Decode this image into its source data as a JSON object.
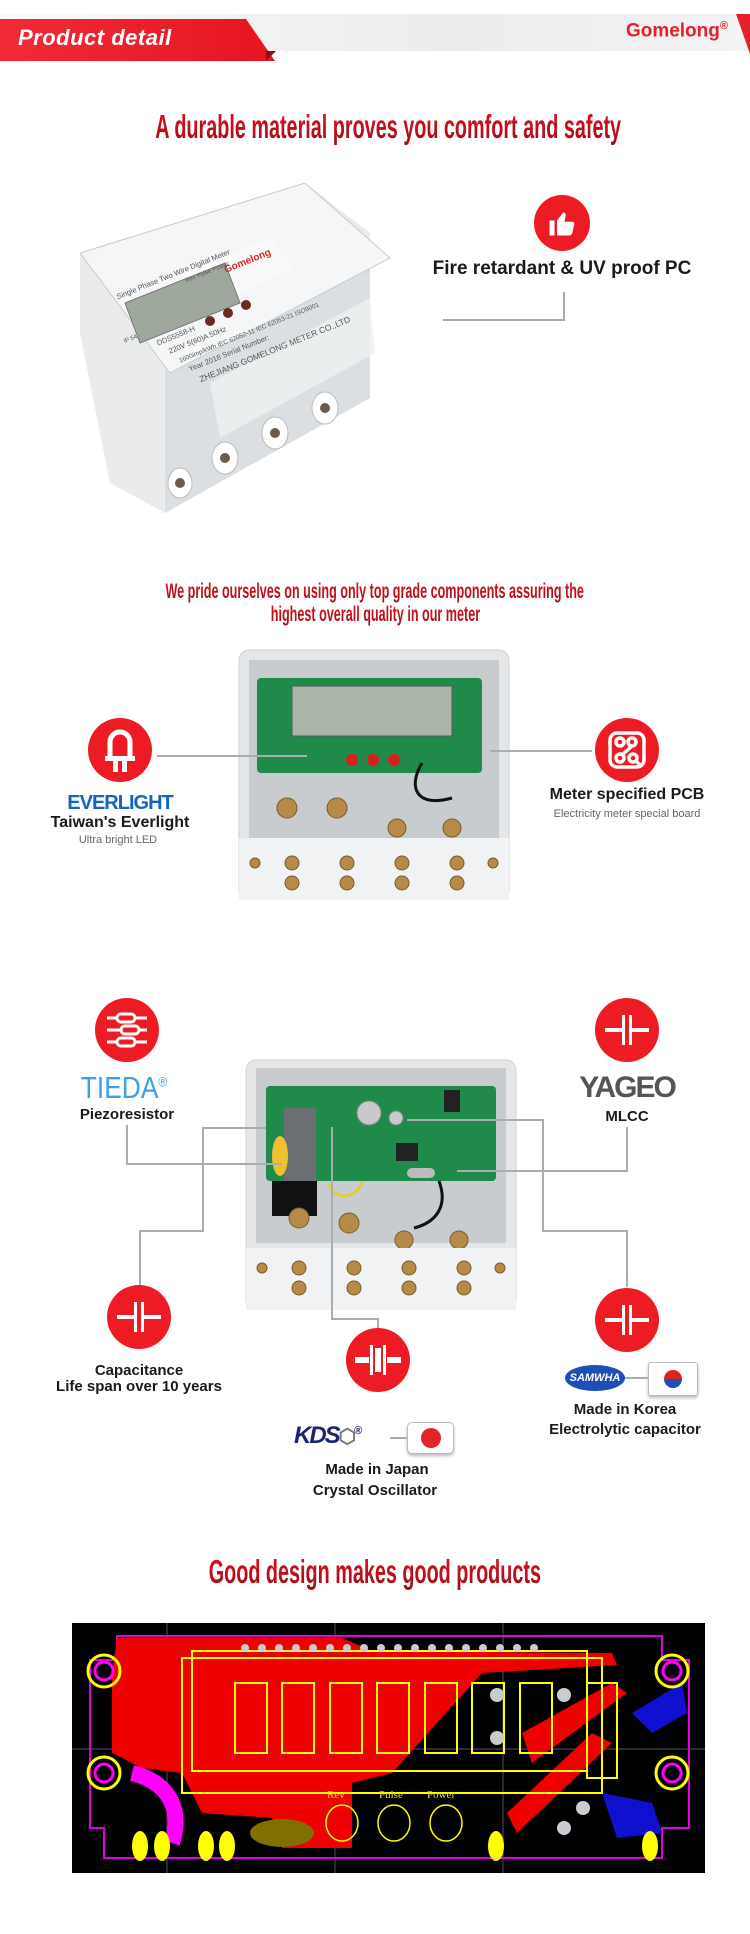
{
  "header": {
    "tab_label": "Product  detail",
    "brand": "Gomelong",
    "brand_mark": "®"
  },
  "section1": {
    "title": "A durable material proves you comfort and safety",
    "feature": {
      "icon": "thumbs-up-icon",
      "label": "Fire retardant & UV proof PC"
    },
    "meter_text": {
      "model_line": "Single Phase Two Wire Digital Meter",
      "brand": "Gomelong",
      "leds": "Rev  Pulse  Power",
      "model": "DDS5558-H",
      "rating": "220V 5(60)A 50Hz",
      "constant": "1600imp/kWh  IEC 62052-11  IEC 62053-21  ISO9001",
      "year": "Year 2018  Serial Number:",
      "maker": "ZHEJIANG GOMELONG METER CO.,LTD",
      "ip": "IP 54"
    }
  },
  "section2": {
    "title_line1": "We pride ourselves on using only top grade components assuring the",
    "title_line2": "highest overall quality in our meter",
    "left": {
      "icon": "led-icon",
      "logo": "EVERLIGHT",
      "label": "Taiwan's Everlight",
      "sub": "Ultra bright LED"
    },
    "right": {
      "icon": "circuit-icon",
      "label": "Meter specified PCB",
      "sub": "Electricity meter special board"
    }
  },
  "section3": {
    "tieda": {
      "icon": "resistor-icon",
      "logo": "TIEDA",
      "mark": "®",
      "label": "Piezoresistor"
    },
    "yageo": {
      "icon": "capacitor-icon",
      "logo": "YAGEO",
      "label": "MLCC"
    },
    "capacitance": {
      "icon": "capacitor-icon",
      "label1": "Capacitance",
      "label2": "Life span over 10 years"
    },
    "crystal": {
      "icon": "crystal-icon",
      "logo": "KDS",
      "mark": "®",
      "label1": "Made in Japan",
      "label2": "Crystal Oscillator"
    },
    "korea": {
      "icon": "capacitor-icon",
      "logo": "SAMWHA",
      "label1": "Made in Korea",
      "label2": "Electrolytic capacitor"
    }
  },
  "section4": {
    "title": "Good design makes good products",
    "pcb_labels": {
      "rev": "Rev",
      "pulse": "Pulse",
      "power": "Power"
    }
  },
  "colors": {
    "accent": "#ed1c24",
    "tieda": "#3aa0e8",
    "everlight": "#1565c0",
    "line": "#a9adb0"
  }
}
